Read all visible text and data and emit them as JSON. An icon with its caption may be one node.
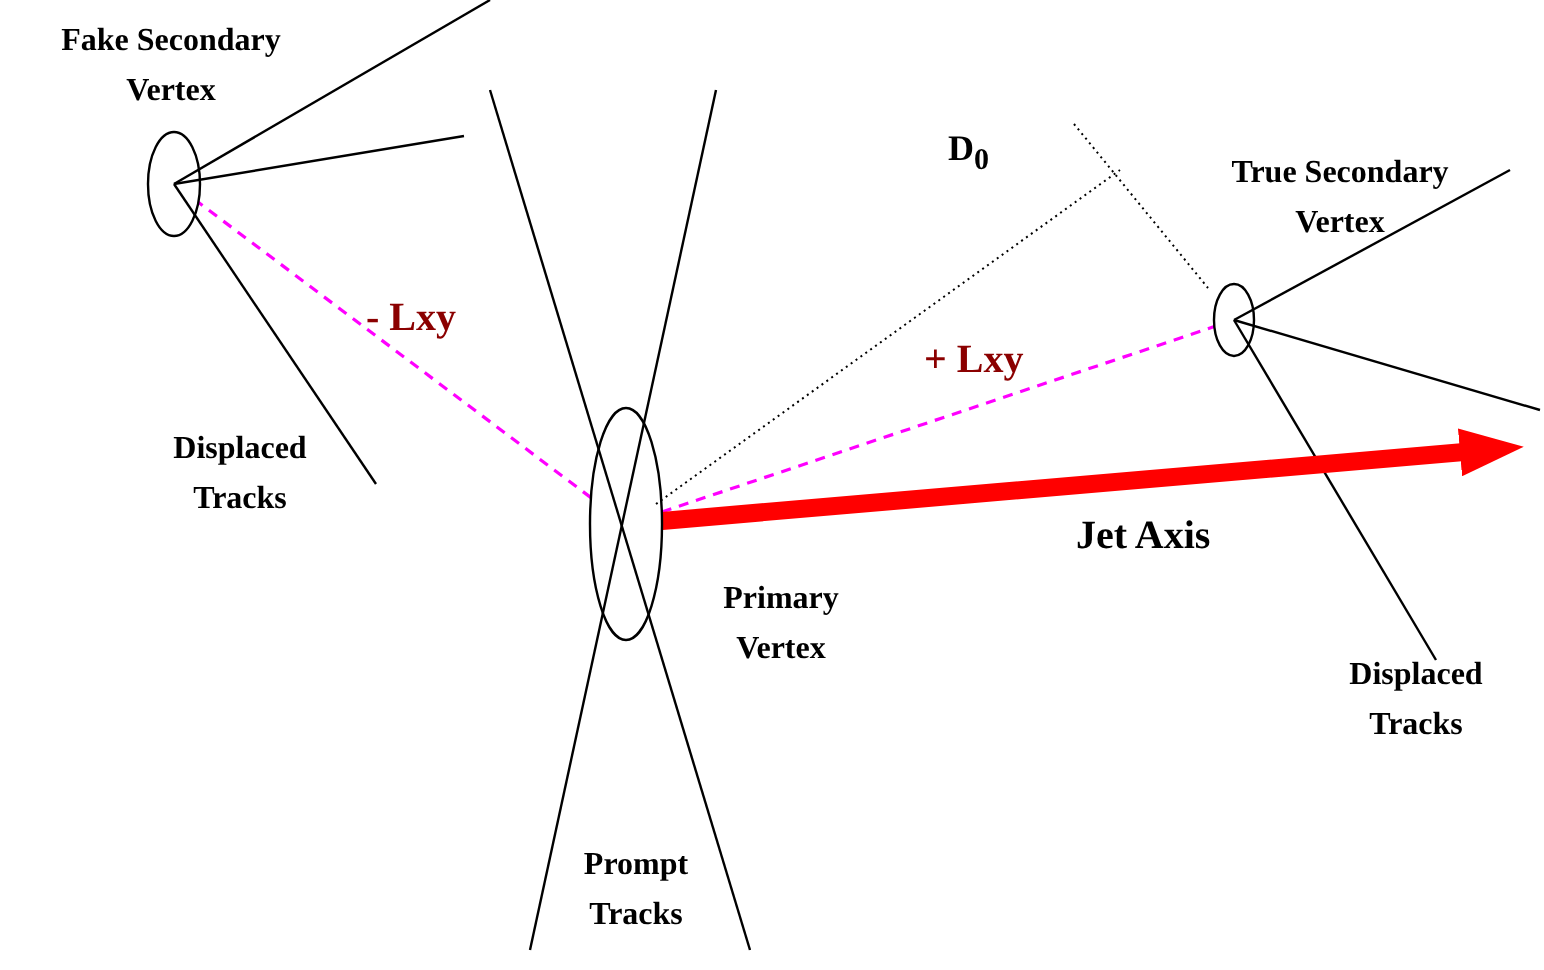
{
  "diagram": {
    "nodes": [
      {
        "text": [
          "Fake Secondary Vertex"
        ]
      },
      {
        "text": [
          "Primary Vertex"
        ]
      },
      {
        "text": [
          "True Secondary Vertex"
        ]
      }
    ],
    "edges": [
      {
        "from": 1,
        "to": 0,
        "arrow": "none",
        "style": "dashed",
        "label": "- Lxy"
      },
      {
        "from": 1,
        "to": 2,
        "arrow": "none",
        "style": "dashed",
        "label": "+ Lxy"
      },
      {
        "from": 1,
        "to": null,
        "arrow": "to",
        "style": "thick",
        "color": "#ff0000",
        "label": "Jet Axis"
      }
    ],
    "labels": [
      "D$_{0}$",
      "Displaced Tracks",
      "Displaced Tracks",
      "Prompt Tracks"
    ]
  }
}
